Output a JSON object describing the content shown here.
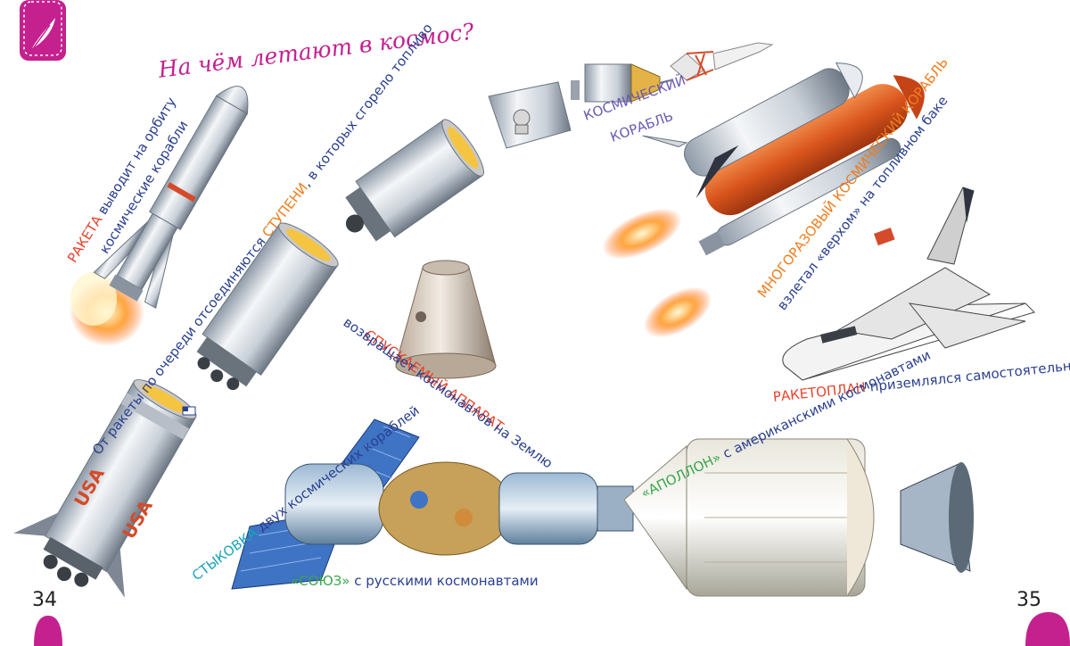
{
  "title": "На чём летают в космос?",
  "page_left": "34",
  "page_right": "35",
  "rocket": {
    "term": "РАКЕТА",
    "caption_rest": " выводит на орбиту",
    "caption_line2": "космические корабли"
  },
  "stages": {
    "caption_start": "От ракеты по очереди отсоединяются ",
    "term": "СТУПЕНИ",
    "caption_end": ", в которых сгорело топливо"
  },
  "ship": {
    "line1": "КОСМИЧЕСКИЙ",
    "line2": "КОРАБЛЬ"
  },
  "descent": {
    "term": "СПУСКАЕМЫЙ АППАРАТ",
    "caption": "возвращает космонавтов на Землю"
  },
  "shuttle": {
    "term": "МНОГОРАЗОВЫЙ КОСМИЧЕСКИЙ КОРАБЛЬ",
    "caption": "взлетал «верхом» на топливном баке"
  },
  "spaceplane": {
    "term": "РАКЕТОПЛАН",
    "caption": " приземлялся самостоятельно"
  },
  "docking": {
    "term": "СТЫКОВКА",
    "caption": " двух космических кораблей"
  },
  "soyuz": {
    "term": "«СОЮЗ»",
    "caption": " с русскими космонавтами"
  },
  "apollo": {
    "term": "«АПОЛЛОН»",
    "caption": " с американскими космонавтами"
  },
  "rocket_markings": "USA",
  "colors": {
    "magenta": "#c4218f",
    "label_blue": "#2a3f8f",
    "label_red": "#e8432b",
    "label_orange": "#ef7d1f",
    "label_purple": "#6b5bb3",
    "label_teal": "#1aa3b8",
    "label_green": "#3aa64a"
  },
  "icons": [
    "feather-icon",
    "page-tab-left",
    "page-tab-right"
  ]
}
